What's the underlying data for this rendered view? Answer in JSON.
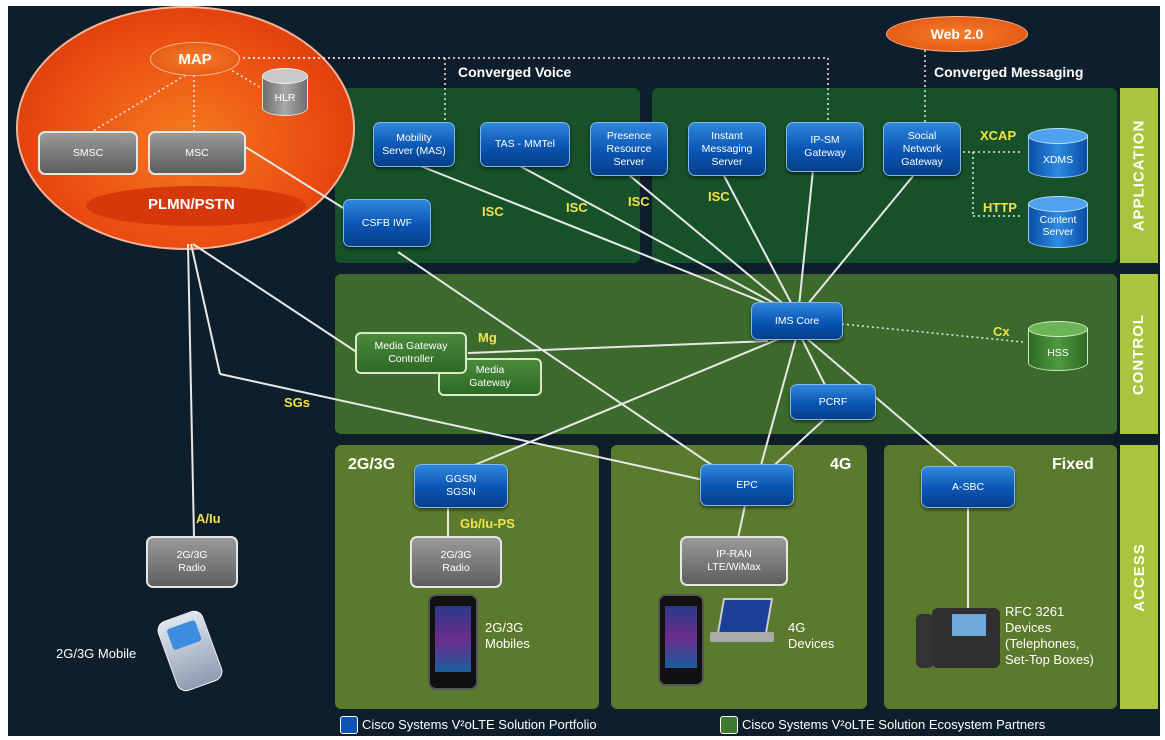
{
  "colors": {
    "background": "#0e1f2b",
    "portfolio_blue": "#0a55b2",
    "partner_green": "#3e7a2e",
    "label_yellow": "#f2e24a"
  },
  "top": {
    "map": "MAP",
    "hlr": "HLR",
    "smsc": "SMSC",
    "msc": "MSC",
    "plmn": "PLMN/PSTN",
    "web20": "Web 2.0",
    "converged_voice": "Converged Voice",
    "converged_messaging": "Converged Messaging"
  },
  "layers": {
    "application": "APPLICATION",
    "control": "CONTROL",
    "access": "ACCESS"
  },
  "apps": {
    "mas": "Mobility\nServer (MAS)",
    "tas": "TAS - MMTel",
    "presence": "Presence\nResource\nServer",
    "im": "Instant\nMessaging\nServer",
    "ipsm": "IP-SM\nGateway",
    "social": "Social\nNetwork\nGateway",
    "csfb": "CSFB IWF",
    "xdms": "XDMS",
    "content": "Content\nServer"
  },
  "interfaces": {
    "isc1": "ISC",
    "isc2": "ISC",
    "isc3": "ISC",
    "isc4": "ISC",
    "xcap": "XCAP",
    "http": "HTTP",
    "mg": "Mg",
    "cx": "Cx",
    "sgs": "SGs",
    "aiu": "A/Iu",
    "gbiu": "Gb/Iu-PS"
  },
  "control": {
    "ims": "IMS Core",
    "mgc": "Media Gateway\nController",
    "mgw": "Media\nGateway",
    "pcrf": "PCRF",
    "hss": "HSS"
  },
  "access": {
    "region_2g3g": "2G/3G",
    "region_4g": "4G",
    "region_fixed": "Fixed",
    "ggsn": "GGSN\nSGSN",
    "radio_in": "2G/3G\nRadio",
    "radio_out": "2G/3G\nRadio",
    "epc": "EPC",
    "ipran": "IP-RAN\nLTE/WiMax",
    "asbc": "A-SBC",
    "mobiles": "2G/3G\nMobiles",
    "devices4g": "4G\nDevices",
    "rfc": "RFC 3261\nDevices\n(Telephones,\nSet-Top Boxes)",
    "mobile_out": "2G/3G Mobile"
  },
  "legend": {
    "portfolio": "Cisco Systems V²oLTE Solution Portfolio",
    "partners": "Cisco Systems V²oLTE Solution Ecosystem Partners"
  }
}
